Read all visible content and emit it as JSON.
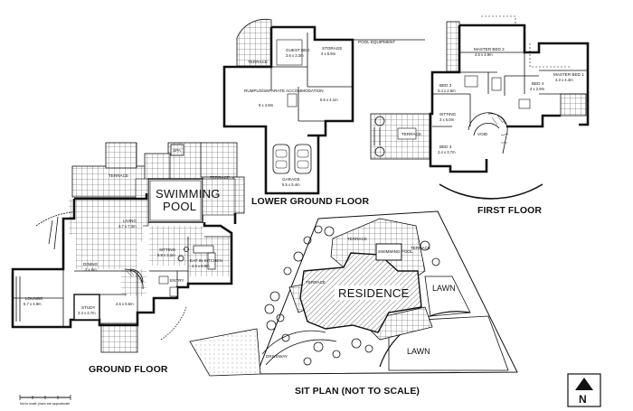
{
  "titles": {
    "ground_floor": "GROUND FLOOR",
    "lower_ground_floor": "LOWER GROUND FLOOR",
    "first_floor": "FIRST FLOOR",
    "site_plan": "SIT PLAN (NOT TO SCALE)"
  },
  "ground_floor": {
    "terrace_left": "TERRACE",
    "terrace_right": "TERRACE",
    "spa": "SPA",
    "pool_line1": "SWIMMING",
    "pool_line2": "POOL",
    "living": "LIVING",
    "living_dim": "4.7 x 7.3m",
    "sitting": "SITTING",
    "sitting_dim": "5.9 x 3.2m",
    "dining": "DINING",
    "dining_dim": "3 x 6m",
    "kitchen": "EAT IN KITCHEN",
    "kitchen_dim": "4.4 x 6.9m",
    "lounge": "LOUNGE",
    "lounge_dim": "5.7 x 4.9m",
    "study": "STUDY",
    "study_dim": "3.4 x 3.7m",
    "hall_dim": "4.5 x 6.5m",
    "entry": "ENTRY"
  },
  "lower_ground": {
    "terrace": "TERRACE",
    "guest_bed": "GUEST BED",
    "guest_dim": "3.6 x 3.3m",
    "storage": "STORAGE",
    "storage_dim": "4 x 5.9m",
    "pool_equipment": "POOL EQUIPMENT",
    "rumpus": "RUMPUS/SEPARATE ACCOMMODATION",
    "rumpus_dim": "8 x 4.9m",
    "store2_dim": "5.6 x 4.1m",
    "garage": "GARAGE",
    "garage_dim": "5.5 x 5.4m"
  },
  "first_floor": {
    "master2": "MASTER BED 2",
    "master2_dim": "4.5 x 4.9m",
    "master1": "MASTER BED 1",
    "master1_dim": "4.3 x 4.4m",
    "bed2": "BED 2",
    "bed2_dim": "3.4 x 2.6m",
    "bed3": "BED 3",
    "bed3_dim": "3.4 x 3.7m",
    "bed4": "BED 4",
    "bed4_dim": "4 x 2.9m",
    "sitting": "SITTING",
    "sitting_dim": "3 x 5.0m",
    "terrace": "TERRACE",
    "void": "VOID"
  },
  "site_plan": {
    "residence": "RESIDENCE",
    "lawn1": "LAWN",
    "lawn2": "LAWN",
    "pool": "SWIMMING POOL",
    "terrace1": "TERRACE",
    "terrace2": "TERRACE",
    "terrace3": "TERRACE",
    "driveway": "DRIVEWAY"
  },
  "north": "N",
  "scale_note": "Not to scale, plans are approximate"
}
